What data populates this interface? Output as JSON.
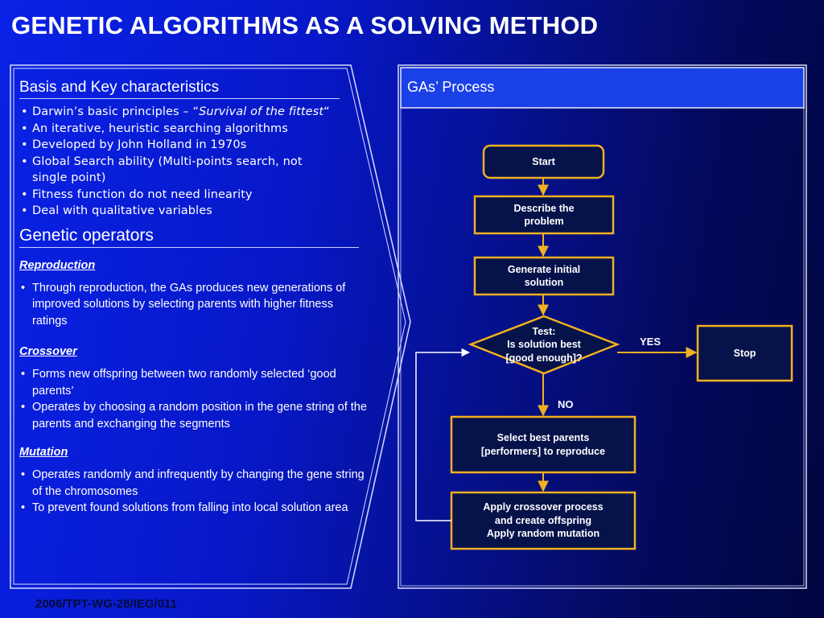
{
  "slide": {
    "title": "GENETIC ALGORITHMS AS A SOLVING METHOD",
    "footer": "2006/TPT-WG-28/IEG/011"
  },
  "basis": {
    "heading": "Basis and Key characteristics",
    "items": [
      {
        "prefix": "Darwin’s basic principles – “",
        "italic": "Survival of the fittest",
        "suffix": "“"
      },
      {
        "text": "An iterative, heuristic searching algorithms"
      },
      {
        "text": "Developed by John Holland in 1970s"
      },
      {
        "text": "Global Search ability (Multi-points search, not single point)"
      },
      {
        "text": "Fitness function do not need linearity"
      },
      {
        "text": "Deal with qualitative variables"
      }
    ]
  },
  "operators": {
    "heading": "Genetic operators",
    "reproduction": {
      "title": "Reproduction",
      "items": [
        "Through reproduction, the GAs produces new generations of improved solutions by selecting parents with higher fitness ratings"
      ]
    },
    "crossover": {
      "title": "Crossover",
      "items": [
        "Forms new offspring between two randomly selected ‘good parents’",
        "Operates by choosing a random position in the gene string of the parents and exchanging the segments"
      ]
    },
    "mutation": {
      "title": "Mutation",
      "items": [
        "Operates randomly and infrequently by changing the gene string of the chromosomes",
        "To prevent found solutions from falling into local solution area"
      ]
    }
  },
  "process": {
    "title": "GAs’ Process",
    "steps": {
      "start": "Start",
      "describe": "Describe the\nproblem",
      "generate": "Generate initial\nsolution",
      "test": "Test:\nIs solution best\n[good enough]?",
      "stop": "Stop",
      "select": "Select best parents\n[performers] to reproduce",
      "apply": "Apply crossover process\nand create offspring\nApply random mutation"
    },
    "yes_label": "YES",
    "no_label": "NO"
  },
  "colors": {
    "box_border": "#f0b020",
    "box_fill": "#06124a",
    "arrow": "#f0b020",
    "gas_header": "#1a40e8",
    "loop_line": "#ffffff"
  }
}
